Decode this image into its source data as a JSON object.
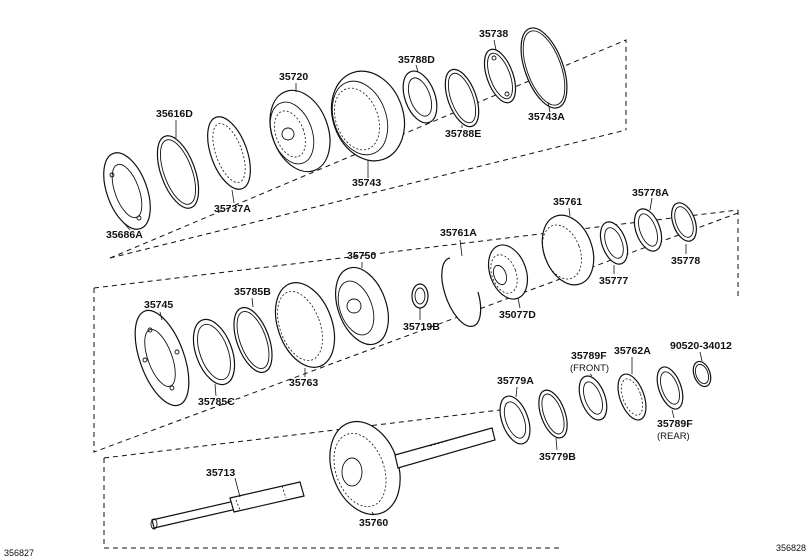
{
  "diagram": {
    "corner_codes": {
      "left": "356827",
      "right": "356828"
    },
    "parts": [
      {
        "id": "p35686a",
        "number": "35686A"
      },
      {
        "id": "p35616d",
        "number": "35616D"
      },
      {
        "id": "p35737a",
        "number": "35737A"
      },
      {
        "id": "p35720",
        "number": "35720"
      },
      {
        "id": "p35743",
        "number": "35743"
      },
      {
        "id": "p35788d",
        "number": "35788D"
      },
      {
        "id": "p35788e",
        "number": "35788E"
      },
      {
        "id": "p35738",
        "number": "35738"
      },
      {
        "id": "p35743a",
        "number": "35743A"
      },
      {
        "id": "p35745",
        "number": "35745"
      },
      {
        "id": "p35785c",
        "number": "35785C"
      },
      {
        "id": "p35785b",
        "number": "35785B"
      },
      {
        "id": "p35763",
        "number": "35763"
      },
      {
        "id": "p35750",
        "number": "35750"
      },
      {
        "id": "p35719b",
        "number": "35719B"
      },
      {
        "id": "p35761a",
        "number": "35761A"
      },
      {
        "id": "p35077d",
        "number": "35077D"
      },
      {
        "id": "p35761",
        "number": "35761"
      },
      {
        "id": "p35777",
        "number": "35777"
      },
      {
        "id": "p35778a",
        "number": "35778A"
      },
      {
        "id": "p35778",
        "number": "35778"
      },
      {
        "id": "p35713",
        "number": "35713"
      },
      {
        "id": "p35760",
        "number": "35760"
      },
      {
        "id": "p35779a",
        "number": "35779A"
      },
      {
        "id": "p35779b",
        "number": "35779B"
      },
      {
        "id": "p35789f_front",
        "number": "35789F",
        "note": "(FRONT)"
      },
      {
        "id": "p35762a",
        "number": "35762A"
      },
      {
        "id": "p35789f_rear",
        "number": "35789F",
        "note": "(REAR)"
      },
      {
        "id": "p90520",
        "number": "90520-34012"
      }
    ]
  }
}
